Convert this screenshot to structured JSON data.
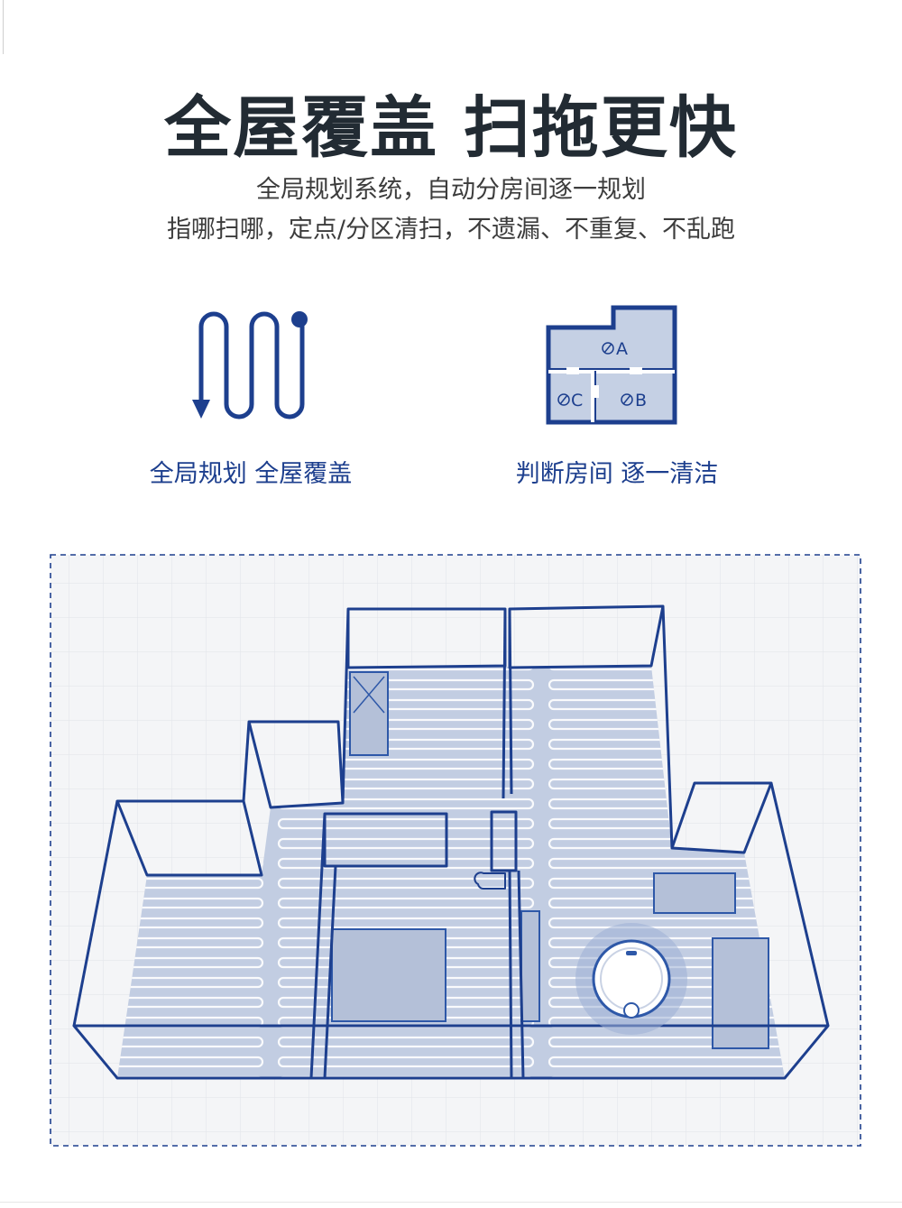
{
  "header": {
    "title": "全屋覆盖 扫拖更快",
    "subtitle_line1": "全局规划系统，自动分房间逐一规划",
    "subtitle_line2": "指哪扫哪，定点/分区清扫，不遗漏、不重复、不乱跑"
  },
  "features": [
    {
      "icon": "serpentine-path-icon",
      "label": "全局规划 全屋覆盖"
    },
    {
      "icon": "room-division-icon",
      "label": "判断房间 逐一清洁"
    }
  ],
  "room_icon": {
    "rooms": [
      "A",
      "B",
      "C"
    ]
  },
  "colors": {
    "brand_blue": "#1d3f8e",
    "room_fill": "#c5d0e4",
    "title": "#222b33"
  }
}
